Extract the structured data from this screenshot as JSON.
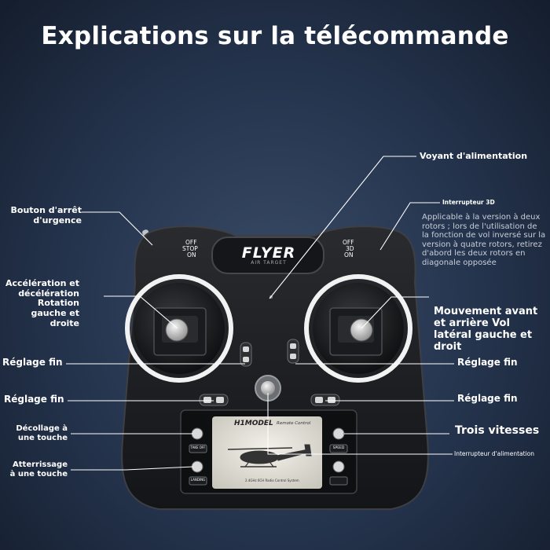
{
  "title": "Explications sur la télécommande",
  "brand": {
    "logo": "FLYER",
    "sub": "AIR TARGET"
  },
  "switch_left": {
    "top": "OFF",
    "mid": "STOP",
    "bot": "ON"
  },
  "switch_right": {
    "top": "OFF",
    "mid": "3D",
    "bot": "ON"
  },
  "lcd": {
    "logo": "H1MODEL",
    "caption": "Remote Control",
    "footer": "2.4GHz 6CH Radio Control System"
  },
  "buttons": {
    "takeoff": "TAKE OFF",
    "landing": "LANDING",
    "speed": "SPEED"
  },
  "labels": {
    "power_led": "Voyant d'alimentation",
    "switch_3d": "Interrupteur 3D",
    "switch_3d_desc": "Applicable à la version à deux rotors ; lors de l'utilisation de la fonction de vol inversé sur la version à quatre rotors, retirez d'abord les deux rotors en diagonale opposée",
    "emergency": "Bouton d'arrêt d'urgence",
    "throttle": "Accélération et décélération Rotation gauche et droite",
    "movement": "Mouvement avant et arrière Vol latéral gauche et droit",
    "trim_left_1": "Réglage fin",
    "trim_right_1": "Réglage fin",
    "trim_left_2": "Réglage fin",
    "trim_right_2": "Réglage fin",
    "takeoff": "Décollage à une touche",
    "speeds": "Trois vitesses",
    "power_switch": "Interrupteur d'alimentation",
    "landing": "Atterrissage à une touche"
  },
  "colors": {
    "accent_ring": "#f2f2f2",
    "body": "#1c1d20",
    "background": "#24334c"
  }
}
